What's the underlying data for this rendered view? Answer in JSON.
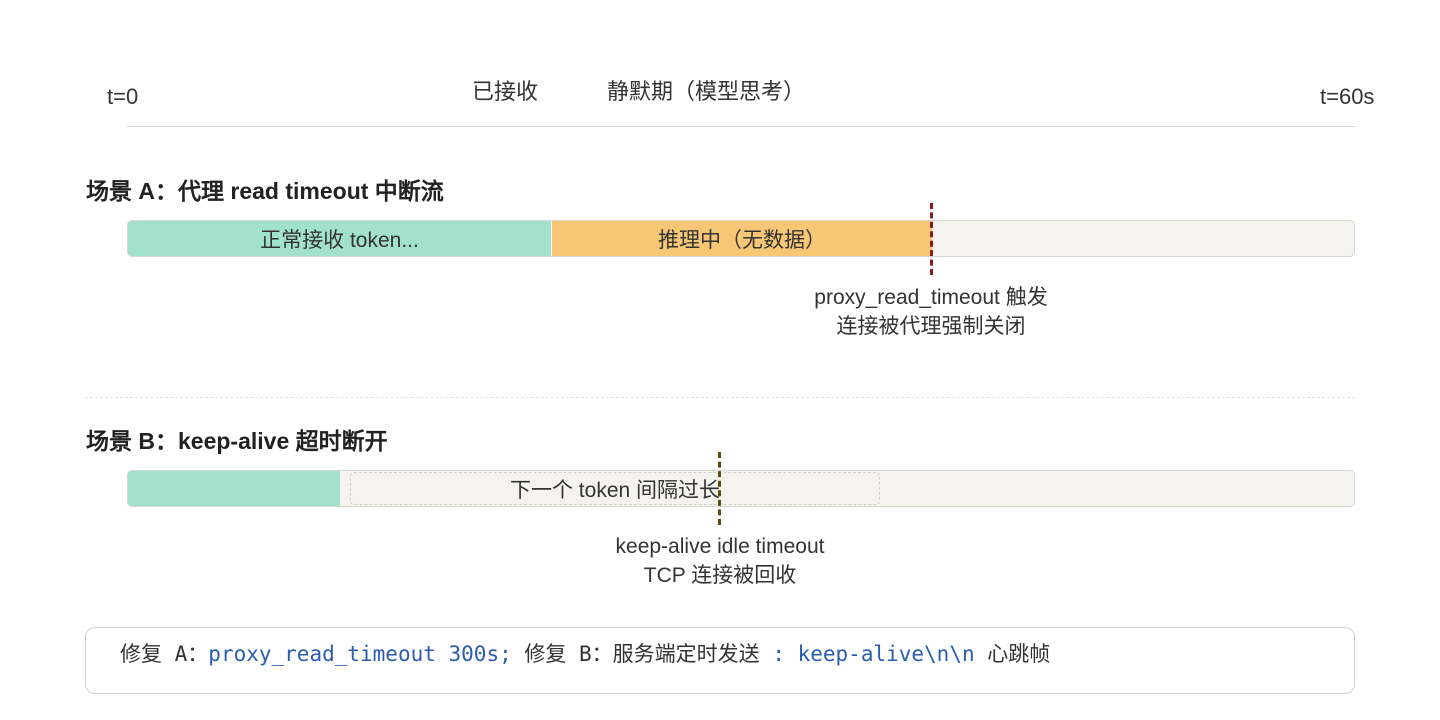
{
  "axis": {
    "start": "t=0",
    "received": "已接收",
    "silent": "静默期（模型思考）",
    "end": "t=60s"
  },
  "scenario_a": {
    "title": "场景 A：代理 read timeout 中断流",
    "seg_receiving": "正常接收 token...",
    "seg_reasoning": "推理中（无数据）",
    "annotation_line1": "proxy_read_timeout 触发",
    "annotation_line2": "连接被代理强制关闭"
  },
  "scenario_b": {
    "title": "场景 B：keep-alive 超时断开",
    "gap_label": "下一个 token 间隔过长",
    "annotation_line1": "keep-alive idle timeout",
    "annotation_line2": "TCP 连接被回收"
  },
  "fix": {
    "a_prefix": "修复 A：",
    "a_code": "proxy_read_timeout 300s;",
    "b_prefix": " 修复 B：服务端定时发送 ",
    "b_code": ": keep-alive\\n\\n",
    "b_suffix": " 心跳帧"
  },
  "colors": {
    "receiving": "#a2e1cc",
    "reasoning": "#f8c775",
    "idle": "#f4f3ee",
    "timeout_a": "#8b1a1a",
    "timeout_b": "#5c4a12",
    "code": "#2a5db0"
  }
}
